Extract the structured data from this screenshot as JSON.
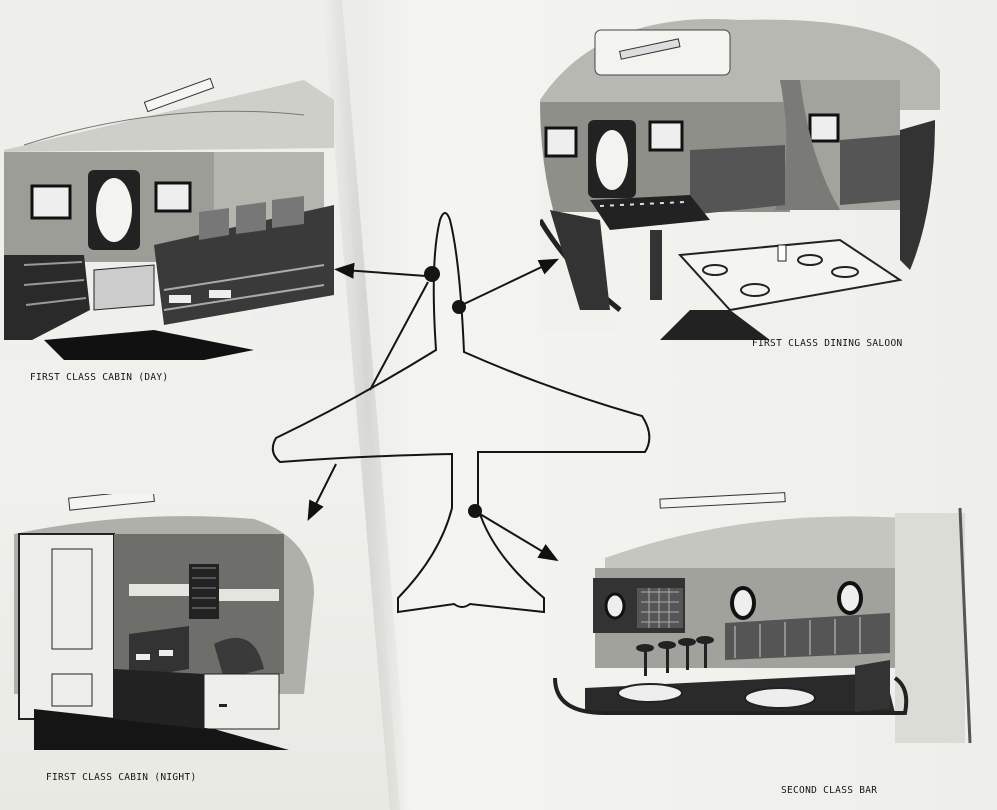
{
  "captions": {
    "first_class_cabin_day": "FIRST CLASS CABIN (DAY)",
    "first_class_dining_saloon": "FIRST CLASS DINING SALOON",
    "first_class_cabin_night": "FIRST CLASS CABIN (NIGHT)",
    "second_class_bar": "SECOND CLASS BAR"
  },
  "colors": {
    "paper": "#f1f1ed",
    "ink": "#151515"
  }
}
